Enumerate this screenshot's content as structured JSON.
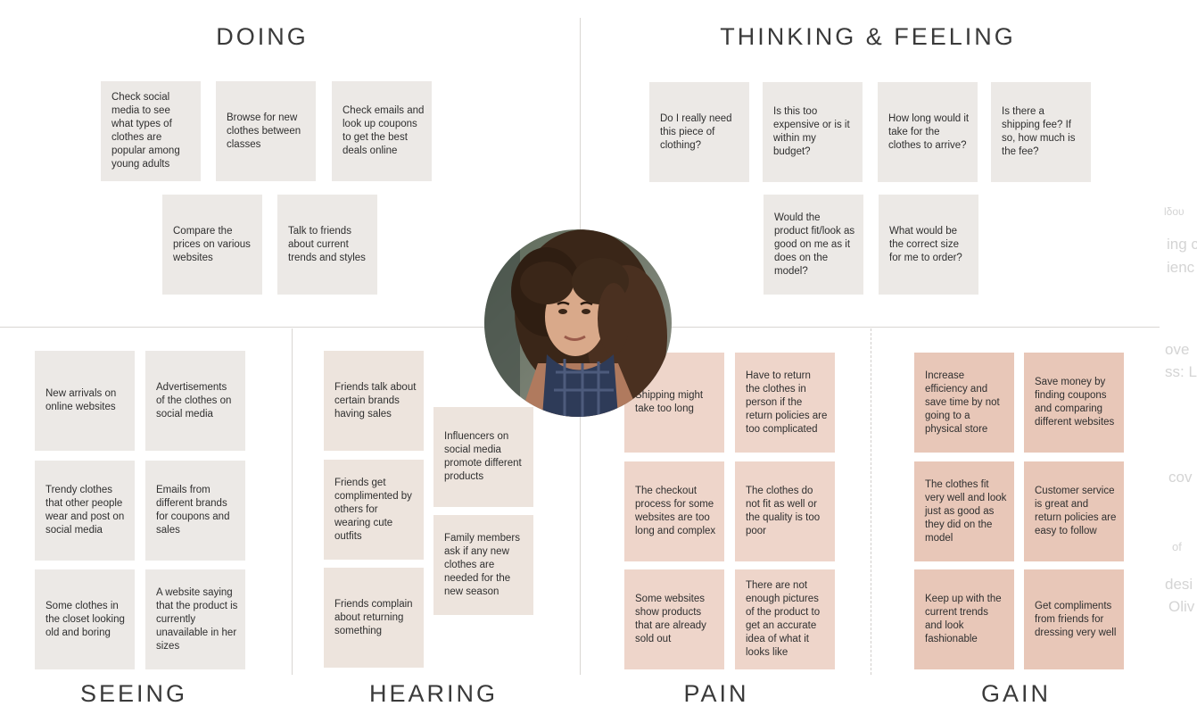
{
  "sections": {
    "doing": "DOING",
    "thinking_feeling": "THINKING & FEELING",
    "seeing": "SEEING",
    "hearing": "HEARING",
    "pain": "PAIN",
    "gain": "GAIN"
  },
  "notes": {
    "doing": [
      "Check social media to see what types of clothes are popular among young adults",
      "Browse for new clothes between classes",
      "Check emails and look up coupons to get the best deals online",
      "Compare the prices on various websites",
      "Talk to friends about current trends and styles"
    ],
    "thinking": [
      "Do I really need this piece of clothing?",
      "Is this too expensive or is it within my budget?",
      "How long would it take for the clothes to arrive?",
      "Is there a shipping fee? If so, how much is the fee?",
      "Would the product fit/look as good on me as it does on the model?",
      "What would be the correct size for me to order?"
    ],
    "seeing": [
      "New arrivals on online websites",
      "Advertisements of the clothes on social media",
      "Trendy clothes that other people wear and post on social media",
      "Emails from different brands for coupons and sales",
      "Some clothes in the closet looking old and boring",
      "A website saying that the product is currently unavailable in her sizes"
    ],
    "hearing": [
      "Friends talk about certain brands having sales",
      "Friends get complimented by others for wearing cute outfits",
      "Friends complain about returning something",
      "Influencers on social media promote different products",
      "Family members ask if any new clothes are needed for the new season"
    ],
    "pain": [
      "Shipping might take too long",
      "Have to return the clothes in person if the return policies are too complicated",
      "The checkout process for some websites are too long and complex",
      "The clothes do not fit as well or the quality is too poor",
      "Some websites show products that are already sold out",
      "There are not enough pictures of the product to get an accurate idea of what it looks like"
    ],
    "gain": [
      "Increase efficiency and save time by not going to a physical store",
      "Save money by finding coupons and comparing different websites",
      "The clothes fit very well and look just as good as they did on the model",
      "Customer service is great and return policies are easy to follow",
      "Keep up with the current trends and look fashionable",
      "Get compliments from friends for dressing very well"
    ]
  },
  "persona": {
    "avatar_icon": "persona-photo-icon"
  },
  "colors": {
    "doing_notes": "#ece9e6",
    "hearing_notes": "#ede4dd",
    "pain_notes": "#eed5ca",
    "gain_notes": "#e8c7b8"
  }
}
